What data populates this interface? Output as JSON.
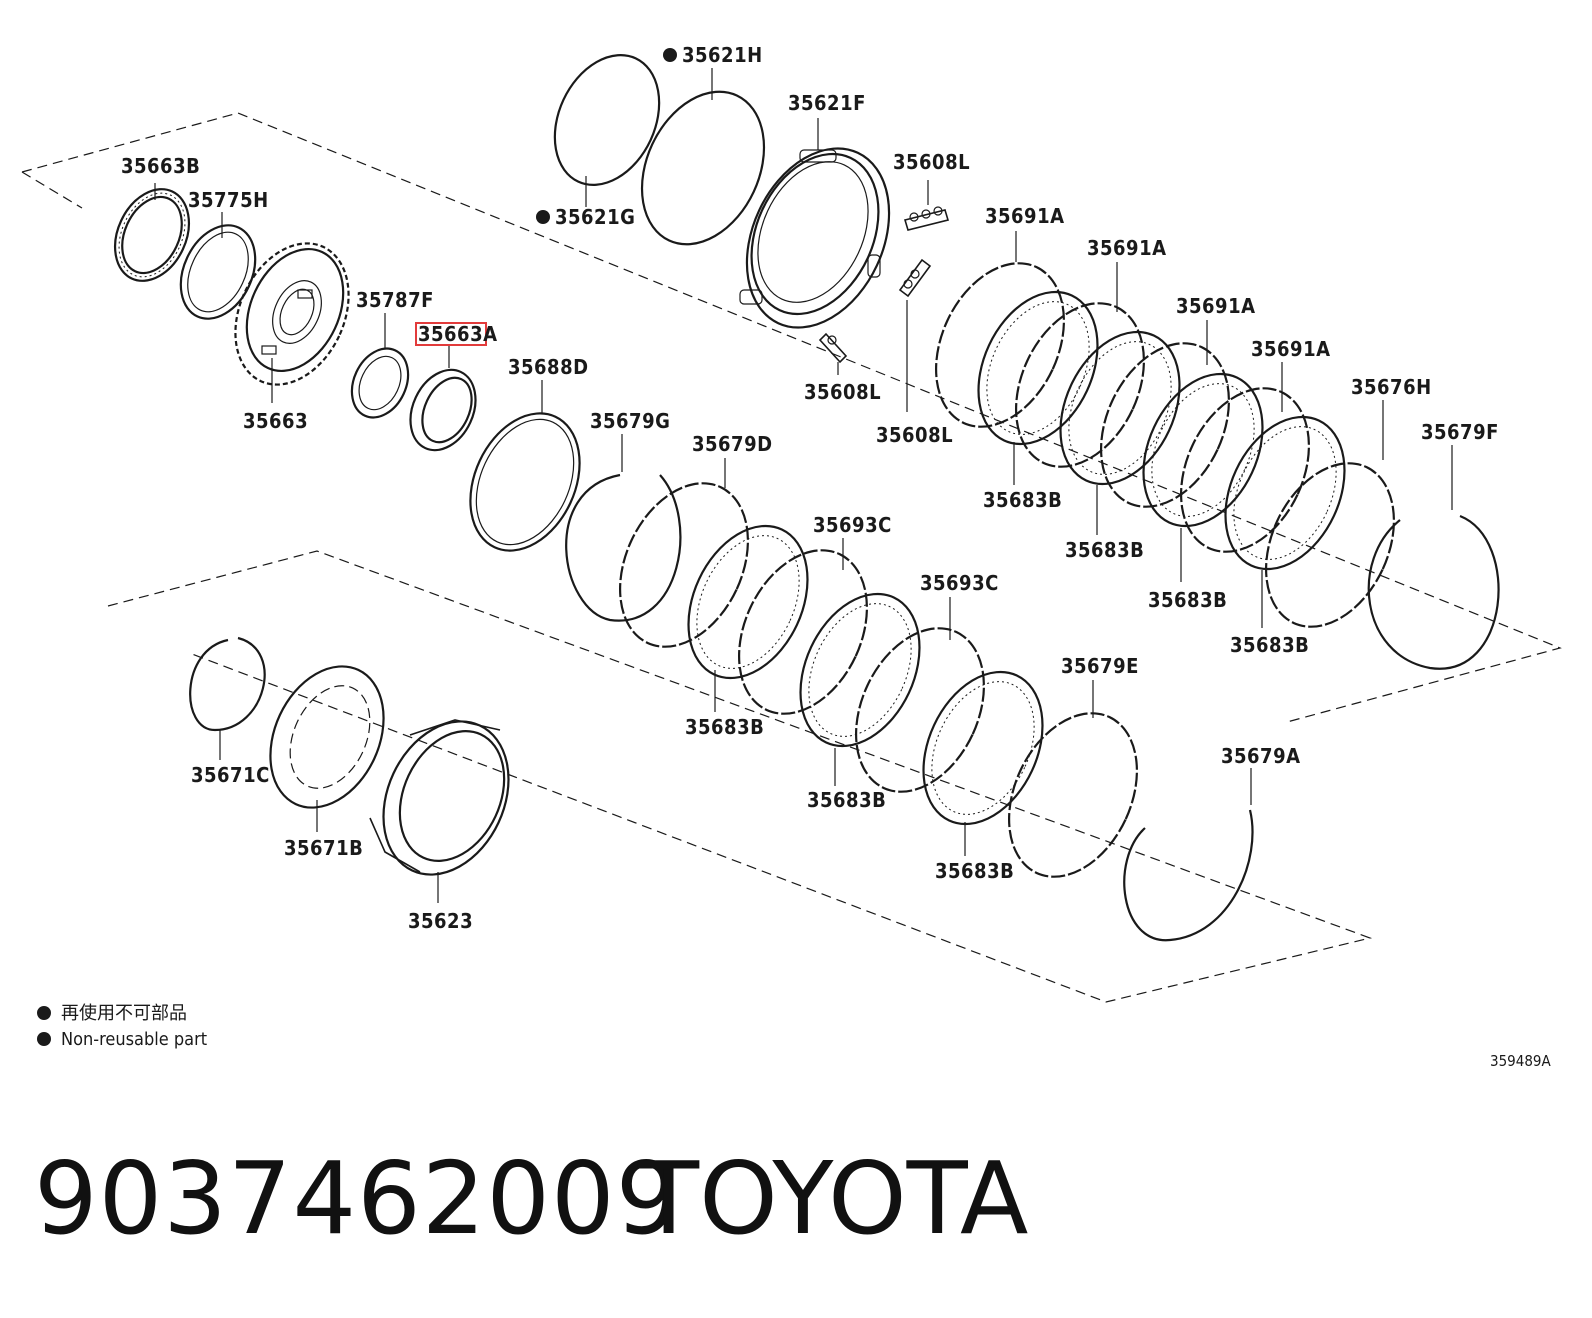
{
  "labels": {
    "p35621H": "35621H",
    "p35621F": "35621F",
    "p35621G": "35621G",
    "p35608L_top": "35608L",
    "p35608L_mid": "35608L",
    "p35608L_low": "35608L",
    "p35691A_1": "35691A",
    "p35691A_2": "35691A",
    "p35691A_3": "35691A",
    "p35691A_4": "35691A",
    "p35676H": "35676H",
    "p35679F": "35679F",
    "p35683B_1": "35683B",
    "p35683B_2": "35683B",
    "p35683B_3": "35683B",
    "p35683B_4": "35683B",
    "p35663B": "35663B",
    "p35775H": "35775H",
    "p35663": "35663",
    "p35787F": "35787F",
    "p35663A": "35663A",
    "p35688D": "35688D",
    "p35679G": "35679G",
    "p35679D": "35679D",
    "p35693C_1": "35693C",
    "p35693C_2": "35693C",
    "p35683B_5": "35683B",
    "p35683B_6": "35683B",
    "p35683B_7": "35683B",
    "p35679E": "35679E",
    "p35679A": "35679A",
    "p35671C": "35671C",
    "p35671B": "35671B",
    "p35623": "35623"
  },
  "legend": {
    "line1": "再使用不可部品",
    "line2": "Non-reusable part"
  },
  "diagram_ref": "359489A",
  "footer": {
    "part_number": "9037462009",
    "brand": "TOYOTA"
  },
  "highlight_color": "#e23b3b"
}
